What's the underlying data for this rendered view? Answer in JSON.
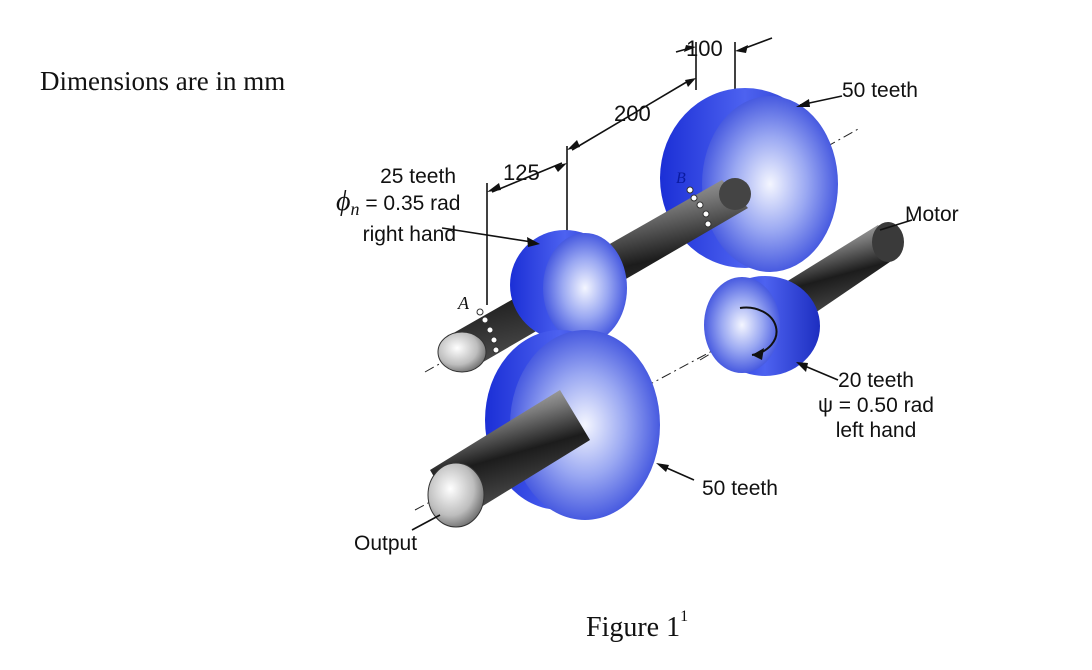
{
  "dimensions_note": "Dimensions are in mm",
  "caption": {
    "text": "Figure 1",
    "superscript": "1"
  },
  "dimensions": {
    "d100": "100",
    "d200": "200",
    "d125": "125"
  },
  "labels": {
    "gear_top_right": "50 teeth",
    "gear_bottom": "50 teeth",
    "motor": "Motor",
    "output": "Output",
    "gear_left": {
      "teeth": "25 teeth",
      "angle_symbol": "ϕ",
      "angle_sub": "n",
      "angle_value": " = 0.35 rad",
      "hand": "right hand"
    },
    "pinion": {
      "teeth": "20 teeth",
      "angle": "ψ = 0.50 rad",
      "hand": "left hand"
    },
    "bearing_a": "A",
    "bearing_b": "B"
  }
}
